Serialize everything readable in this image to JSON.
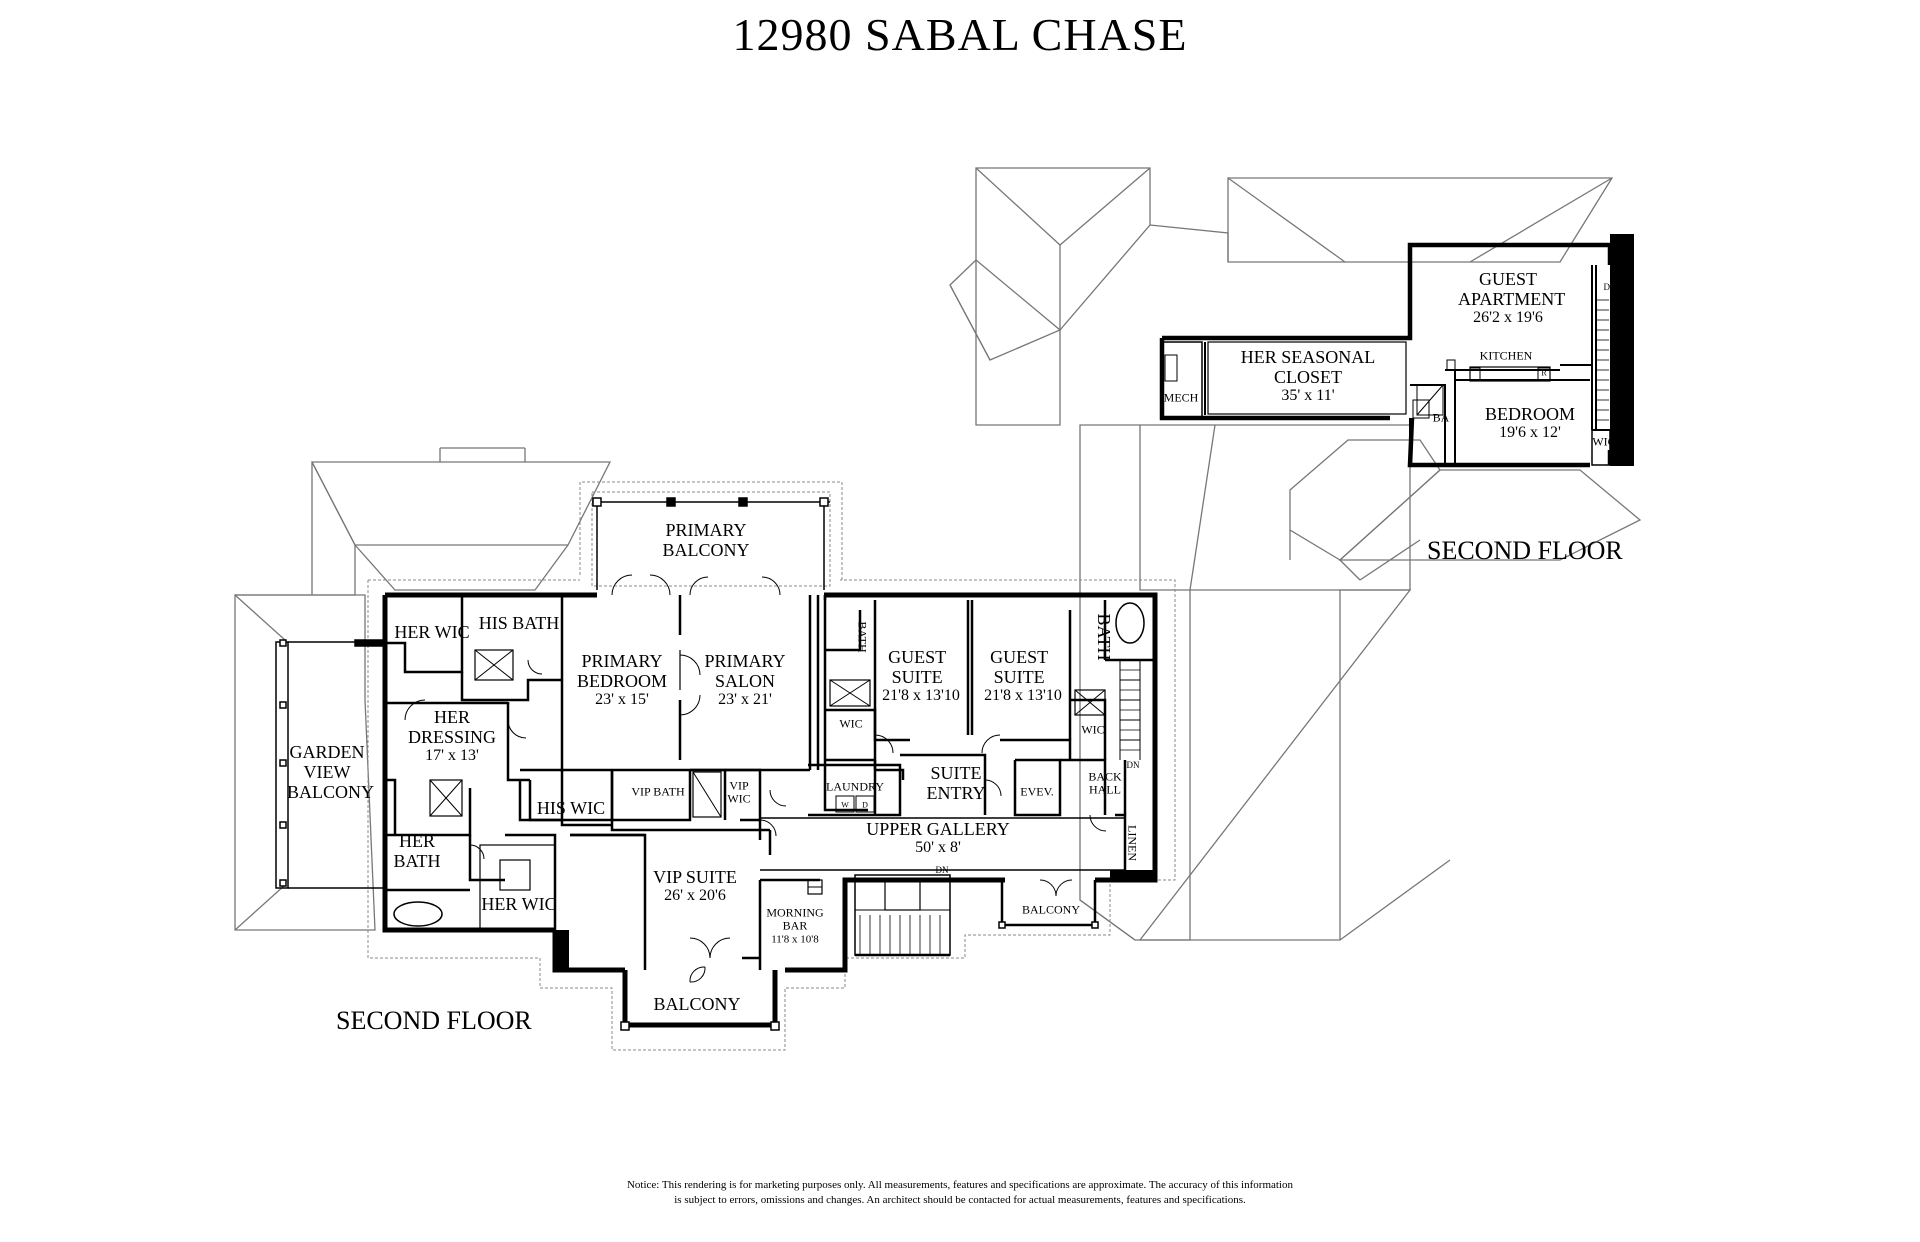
{
  "title": "12980 SABAL CHASE",
  "floor_labels": [
    "SECOND FLOOR",
    "SECOND FLOOR"
  ],
  "rooms": [
    {
      "id": "her-wic-top",
      "name": "HER WIC",
      "dims": ""
    },
    {
      "id": "his-bath",
      "name": "HIS BATH",
      "dims": ""
    },
    {
      "id": "primary-bedroom",
      "name": "PRIMARY BEDROOM",
      "dims": "23' x 15'"
    },
    {
      "id": "primary-salon",
      "name": "PRIMARY SALON",
      "dims": "23' x 21'"
    },
    {
      "id": "primary-balcony",
      "name": "PRIMARY BALCONY",
      "dims": ""
    },
    {
      "id": "her-dressing",
      "name": "HER DRESSING",
      "dims": "17' x 13'"
    },
    {
      "id": "garden-view-balcony",
      "name": "GARDEN VIEW BALCONY",
      "dims": ""
    },
    {
      "id": "his-wic",
      "name": "HIS WIC",
      "dims": ""
    },
    {
      "id": "vip-bath",
      "name": "VIP BATH",
      "dims": ""
    },
    {
      "id": "vip-wic",
      "name": "VIP WIC",
      "dims": ""
    },
    {
      "id": "her-bath",
      "name": "HER BATH",
      "dims": ""
    },
    {
      "id": "her-wic-bottom",
      "name": "HER WIC",
      "dims": ""
    },
    {
      "id": "vip-suite",
      "name": "VIP SUITE",
      "dims": "26' x 20'6"
    },
    {
      "id": "morning-bar",
      "name": "MORNING BAR",
      "dims": "11'8 x 10'8"
    },
    {
      "id": "balcony-bottom",
      "name": "BALCONY",
      "dims": ""
    },
    {
      "id": "guest-suite-1",
      "name": "GUEST SUITE",
      "dims": "21'8 x 13'10"
    },
    {
      "id": "guest-suite-2",
      "name": "GUEST SUITE",
      "dims": "21'8 x 13'10"
    },
    {
      "id": "bath-1",
      "name": "BATH",
      "dims": ""
    },
    {
      "id": "bath-2",
      "name": "BATH",
      "dims": ""
    },
    {
      "id": "wic-1",
      "name": "WIC",
      "dims": ""
    },
    {
      "id": "wic-2",
      "name": "WIC",
      "dims": ""
    },
    {
      "id": "laundry",
      "name": "LAUNDRY",
      "dims": ""
    },
    {
      "id": "suite-entry",
      "name": "SUITE ENTRY",
      "dims": ""
    },
    {
      "id": "elevator",
      "name": "EVEV.",
      "dims": ""
    },
    {
      "id": "back-hall",
      "name": "BACK HALL",
      "dims": ""
    },
    {
      "id": "upper-gallery",
      "name": "UPPER GALLERY",
      "dims": "50' x 8'"
    },
    {
      "id": "linen",
      "name": "LINEN",
      "dims": ""
    },
    {
      "id": "balcony-small",
      "name": "BALCONY",
      "dims": ""
    },
    {
      "id": "guest-apartment",
      "name": "GUEST APARTMENT",
      "dims": "26'2 x 19'6"
    },
    {
      "id": "kitchen",
      "name": "KITCHEN",
      "dims": ""
    },
    {
      "id": "her-seasonal-closet",
      "name": "HER SEASONAL CLOSET",
      "dims": "35' x 11'"
    },
    {
      "id": "mech",
      "name": "MECH",
      "dims": ""
    },
    {
      "id": "ba",
      "name": "BA",
      "dims": ""
    },
    {
      "id": "bedroom",
      "name": "BEDROOM",
      "dims": "19'6 x 12'"
    },
    {
      "id": "wic-apartment",
      "name": "WIC",
      "dims": ""
    }
  ],
  "small_marks": [
    "DN",
    "DN",
    "DN",
    "W",
    "D",
    "R"
  ],
  "notice": [
    "Notice: This rendering is for marketing purposes only. All measurements, features and specifications are approximate. The accuracy of this information",
    "is subject to errors, omissions and changes. An architect should be contacted for actual measurements, features and specifications."
  ]
}
